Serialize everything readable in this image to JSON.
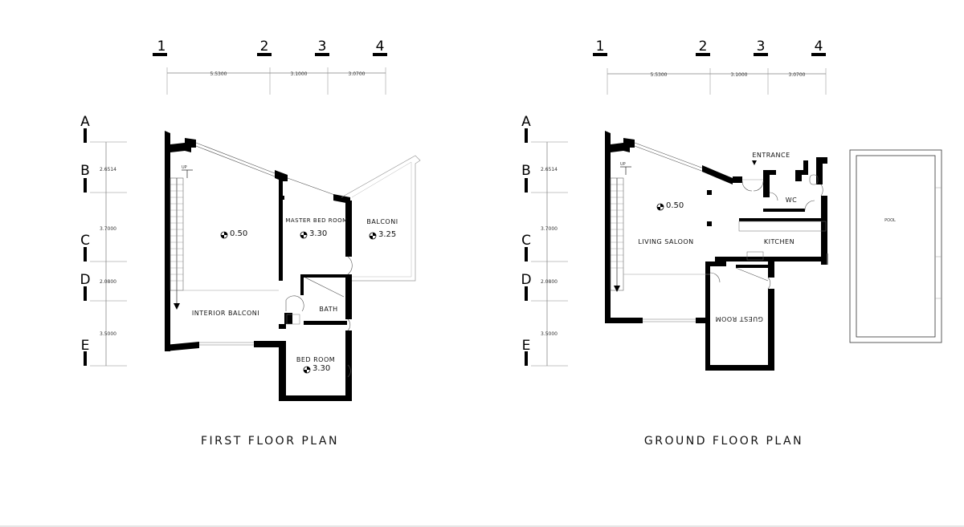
{
  "first_floor": {
    "title": "FIRST FLOOR PLAN",
    "grid_cols": [
      "1",
      "2",
      "3",
      "4"
    ],
    "grid_rows": [
      "A",
      "B",
      "C",
      "D",
      "E"
    ],
    "col_dims": [
      "5.5300",
      "3.1000",
      "3.0700"
    ],
    "row_dims": [
      "2.6514",
      "3.7000",
      "2.0800",
      "3.5000"
    ],
    "up_label": "UP",
    "rooms": {
      "interior_balcony": "INTERIOR BALCONI",
      "master_bedroom": "MASTER BED ROOM",
      "balcony": "BALCONI",
      "bath": "BATH",
      "bedroom": "BED ROOM"
    },
    "levels": {
      "main": "0.50",
      "master": "3.30",
      "balcony": "3.25",
      "bedroom": "3.30"
    }
  },
  "ground_floor": {
    "title": "GROUND FLOOR PLAN",
    "grid_cols": [
      "1",
      "2",
      "3",
      "4"
    ],
    "grid_rows": [
      "A",
      "B",
      "C",
      "D",
      "E"
    ],
    "col_dims": [
      "5.5300",
      "3.1000",
      "3.0700"
    ],
    "row_dims": [
      "2.6514",
      "3.7000",
      "2.0800",
      "3.5000"
    ],
    "up_label": "UP",
    "rooms": {
      "entrance": "ENTRANCE",
      "wc": "WC",
      "kitchen": "KITCHEN",
      "living": "LIVING SALOON",
      "guest": "GUEST ROOM",
      "pool": "POOL"
    },
    "levels": {
      "main": "0.50"
    }
  }
}
